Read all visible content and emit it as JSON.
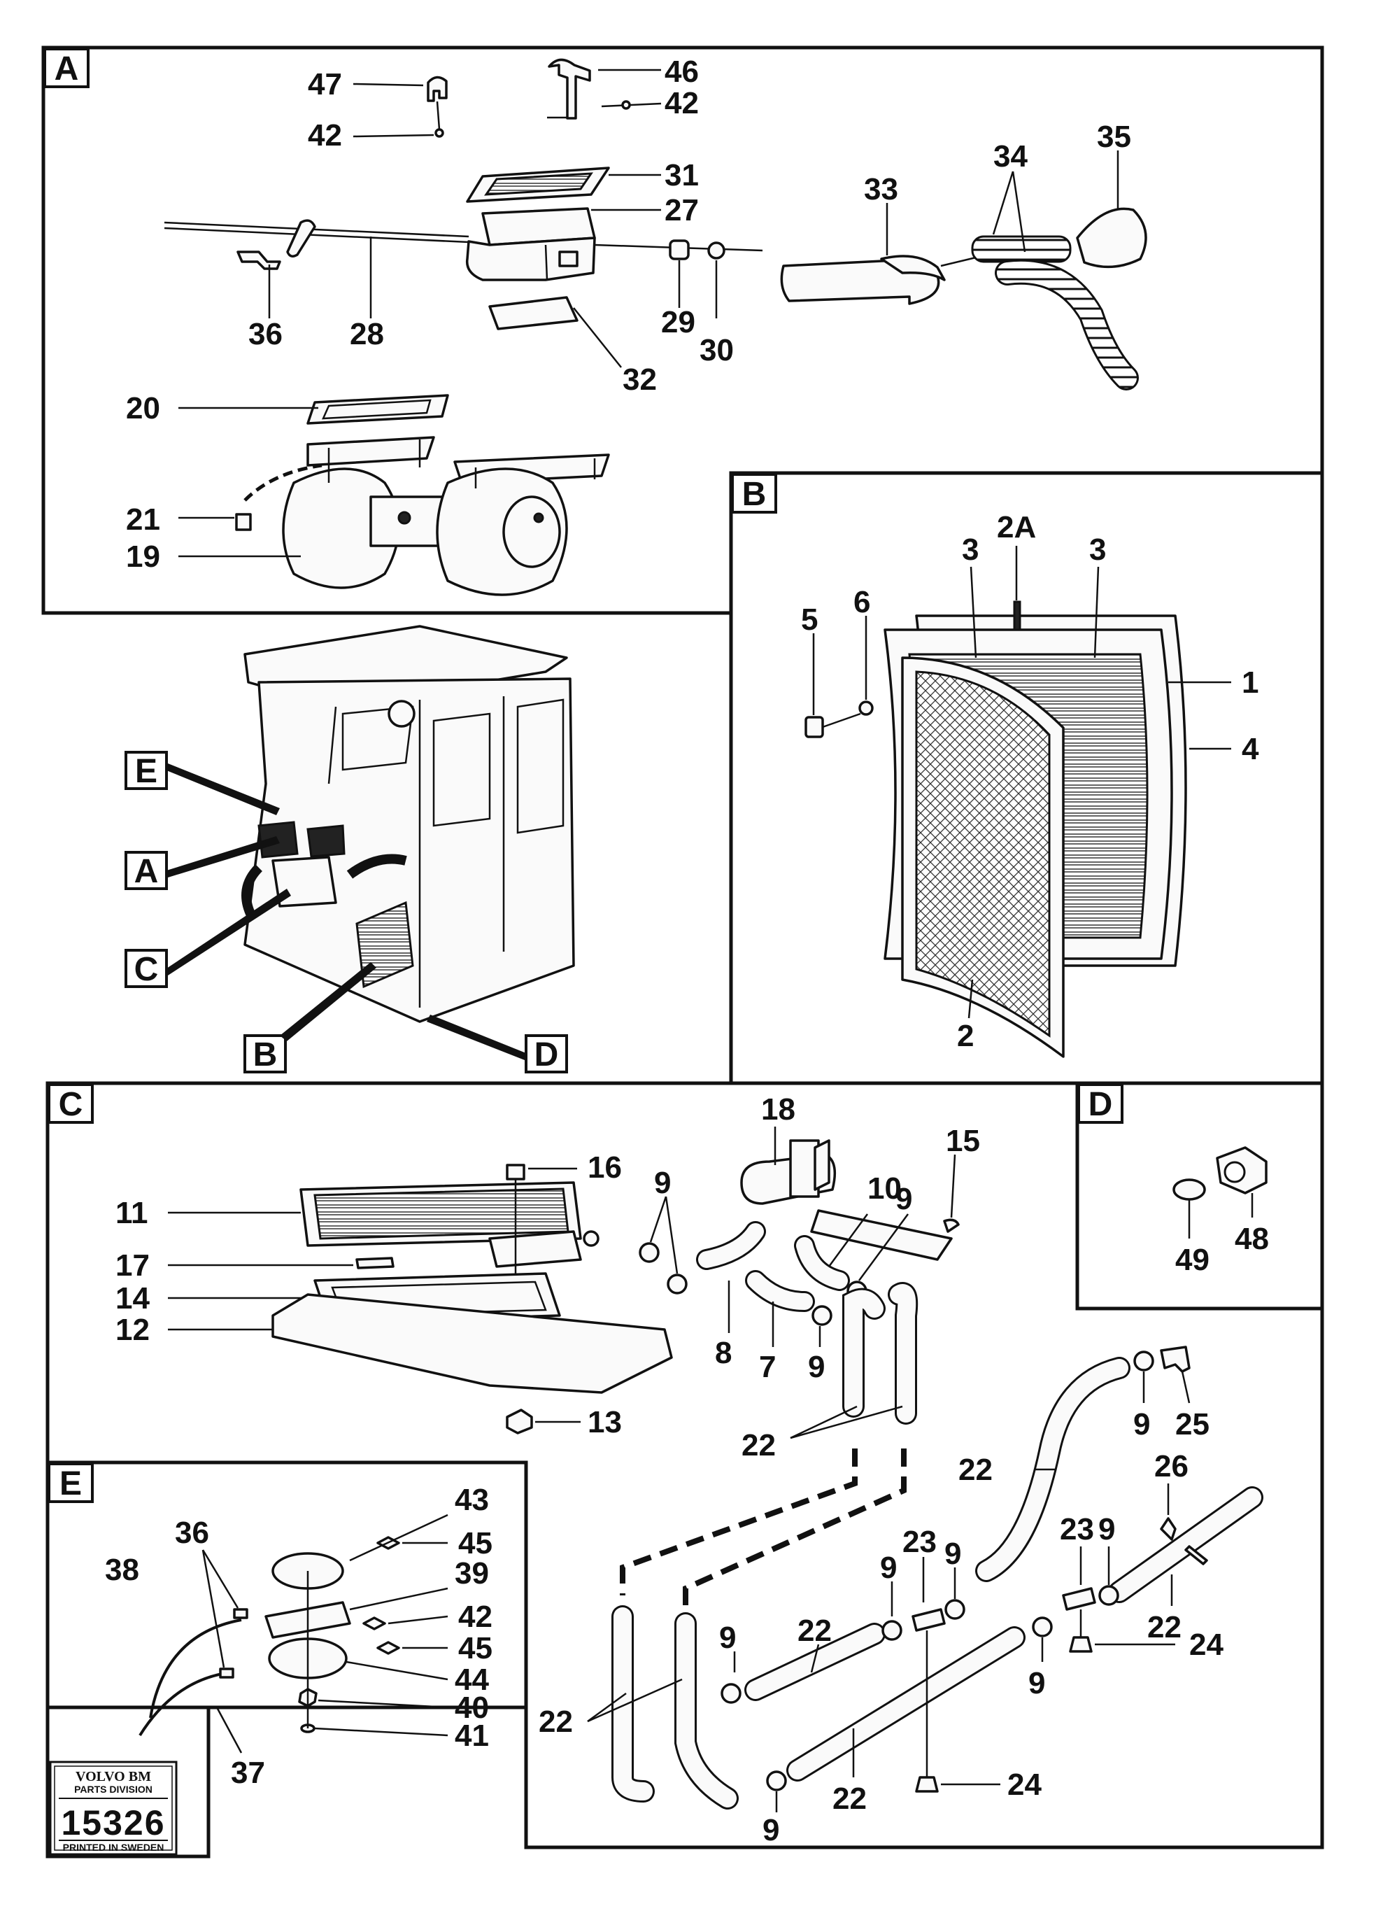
{
  "sections": {
    "A": "A",
    "B": "B",
    "C": "C",
    "D": "D",
    "E": "E"
  },
  "callouts": {
    "a_47": "47",
    "a_46": "46",
    "a_42a": "42",
    "a_42b": "42",
    "a_31": "31",
    "a_27": "27",
    "a_33": "33",
    "a_34": "34",
    "a_35": "35",
    "a_36": "36",
    "a_28": "28",
    "a_29": "29",
    "a_30": "30",
    "a_32": "32",
    "a_20": "20",
    "a_21": "21",
    "a_19": "19",
    "b_2A": "2A",
    "b_3a": "3",
    "b_3b": "3",
    "b_5": "5",
    "b_6": "6",
    "b_1": "1",
    "b_4": "4",
    "b_2": "2",
    "c_18": "18",
    "c_15": "15",
    "c_16": "16",
    "c_9a": "9",
    "c_10": "10",
    "c_9b": "9",
    "c_11": "11",
    "c_17": "17",
    "c_14": "14",
    "c_12": "12",
    "c_8": "8",
    "c_7": "7",
    "c_9c": "9",
    "c_13": "13",
    "c_22a": "22",
    "c_9d": "9",
    "c_25": "25",
    "c_22b": "22",
    "c_26": "26",
    "c_23a": "23",
    "c_9e": "9",
    "c_9f": "9",
    "c_23b": "23",
    "c_9g": "9",
    "c_22c": "22",
    "c_9h": "9",
    "c_22d": "22",
    "c_24a": "24",
    "c_9i": "9",
    "c_22e": "22",
    "c_24b": "24",
    "c_22f": "22",
    "c_9j": "9",
    "d_49": "49",
    "d_48": "48",
    "e_43": "43",
    "e_36": "36",
    "e_45a": "45",
    "e_38": "38",
    "e_39": "39",
    "e_42": "42",
    "e_45b": "45",
    "e_44": "44",
    "e_40": "40",
    "e_41": "41",
    "e_37": "37"
  },
  "overview_tags": {
    "E": "E",
    "A": "A",
    "C": "C",
    "B": "B",
    "D": "D"
  },
  "plate": {
    "brand": "VOLVO BM",
    "division": "PARTS DIVISION",
    "number": "15326",
    "printed": "PRINTED IN SWEDEN"
  }
}
